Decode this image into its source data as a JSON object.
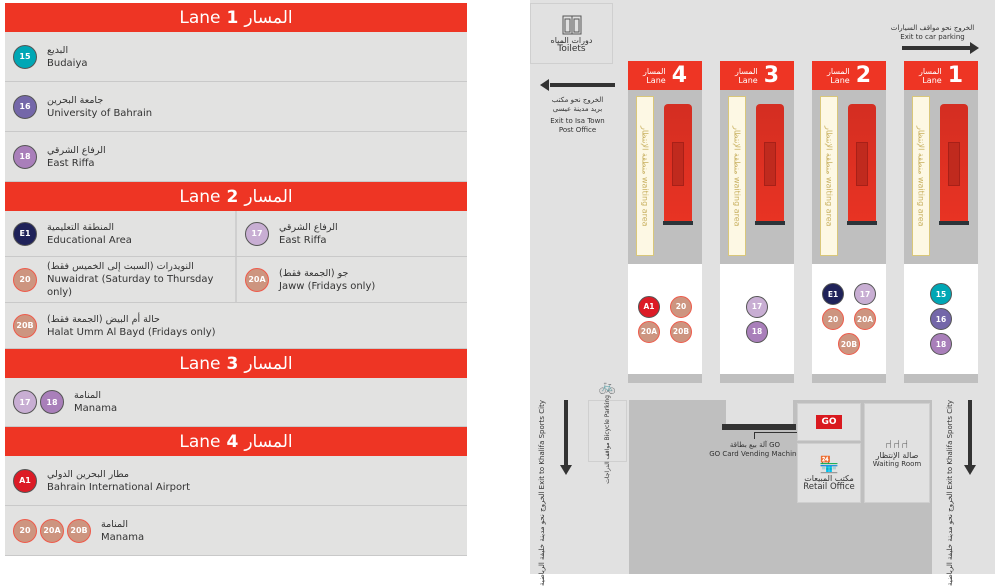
{
  "badge_colors": {
    "15": "#00a7b5",
    "16": "#7467a9",
    "17": "#c8aed3",
    "18": "#a97fba",
    "E1": "#1f2259",
    "20": "#cd9580",
    "20A": "#cd9580",
    "20B": "#cd9580",
    "A1": "#dc1b26"
  },
  "left": {
    "lanes": [
      {
        "en": "Lane",
        "num": "1",
        "ar": "المسار",
        "rows": [
          [
            {
              "badges": [
                "15"
              ],
              "ar": "البديع",
              "en": "Budaiya"
            }
          ],
          [
            {
              "badges": [
                "16"
              ],
              "ar": "جامعة البحرين",
              "en": "University of Bahrain"
            }
          ],
          [
            {
              "badges": [
                "18"
              ],
              "ar": "الرفاع الشرقي",
              "en": "East Riffa"
            }
          ]
        ]
      },
      {
        "en": "Lane",
        "num": "2",
        "ar": "المسار",
        "rows": [
          [
            {
              "badges": [
                "E1"
              ],
              "ar": "المنطقة التعليمية",
              "en": "Educational Area"
            },
            {
              "badges": [
                "17"
              ],
              "ar": "الرفاع الشرقي",
              "en": "East Riffa"
            }
          ],
          [
            {
              "badges": [
                "20"
              ],
              "ar": "النويدرات (السبت إلى الخميس فقط)",
              "en": "Nuwaidrat (Saturday to Thursday only)"
            },
            {
              "badges": [
                "20A"
              ],
              "ar": "جو (الجمعة فقط)",
              "en": "Jaww (Fridays only)"
            }
          ],
          [
            {
              "badges": [
                "20B"
              ],
              "ar": "حالة أم البيض (الجمعة فقط)",
              "en": "Halat Umm Al Bayd (Fridays only)"
            }
          ]
        ]
      },
      {
        "en": "Lane",
        "num": "3",
        "ar": "المسار",
        "rows": [
          [
            {
              "badges": [
                "17",
                "18"
              ],
              "ar": "المنامة",
              "en": "Manama"
            }
          ]
        ]
      },
      {
        "en": "Lane",
        "num": "4",
        "ar": "المسار",
        "rows": [
          [
            {
              "badges": [
                "A1"
              ],
              "ar": "مطار البحرين الدولي",
              "en": "Bahrain International Airport"
            }
          ],
          [
            {
              "badges": [
                "20",
                "20A",
                "20B"
              ],
              "ar": "المنامة",
              "en": "Manama"
            }
          ]
        ]
      }
    ]
  },
  "right": {
    "toilets": {
      "ar": "دورات المياه",
      "en": "Toilets"
    },
    "exit_parking": {
      "ar": "الخروج نحو مواقف السيارات",
      "en": "Exit to car parking"
    },
    "exit_isa": {
      "ar": "الخروج نحو مكتب بريد مدينة عيسى",
      "en": "Exit to Isa Town Post Office"
    },
    "exit_khalifa": {
      "ar": "الخروج نحو مدينة خليفة الرياضية",
      "en": "Exit to Khalifa Sports City"
    },
    "bicycle": {
      "ar": "مواقف الدراجات",
      "en": "Bicycle Parking"
    },
    "vending": {
      "ar": "آلة بيع بطاقة GO",
      "en": "GO Card Vending Machine"
    },
    "go_logo": "GO",
    "retail": {
      "ar": "مكتب المبيعات",
      "en": "Retail Office"
    },
    "waiting_room": {
      "ar": "صالة الإنتظار",
      "en": "Waiting Room"
    },
    "waiting_area": "منطقة الإنتظار waiting area",
    "bays": [
      {
        "num": "4",
        "en": "Lane",
        "ar": "المسار",
        "rows": [
          [
            "A1",
            "20"
          ],
          [
            "20A",
            "20B"
          ]
        ]
      },
      {
        "num": "3",
        "en": "Lane",
        "ar": "المسار",
        "rows": [
          [
            "17"
          ],
          [
            "18"
          ]
        ]
      },
      {
        "num": "2",
        "en": "Lane",
        "ar": "المسار",
        "rows": [
          [
            "E1",
            "17"
          ],
          [
            "20",
            "20A"
          ],
          [
            "20B"
          ]
        ]
      },
      {
        "num": "1",
        "en": "Lane",
        "ar": "المسار",
        "rows": [
          [
            "15"
          ],
          [
            "16"
          ],
          [
            "18"
          ]
        ]
      }
    ]
  }
}
